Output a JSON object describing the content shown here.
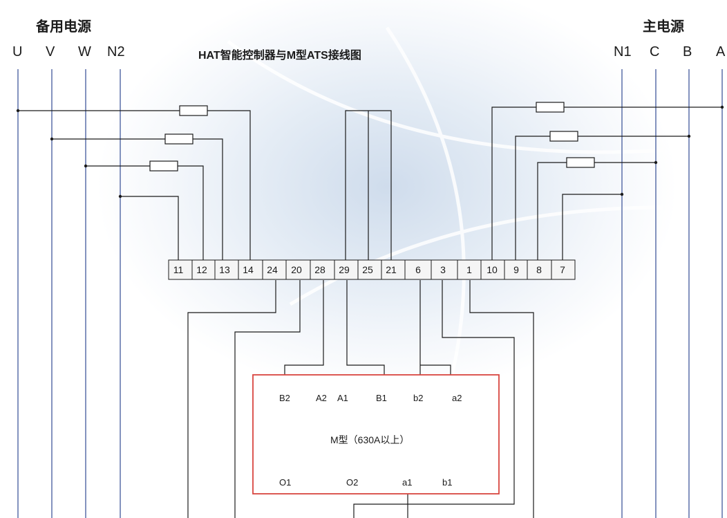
{
  "headers": {
    "backup_source": "备用电源",
    "main_source": "主电源",
    "title": "HAT智能控制器与M型ATS接线图"
  },
  "backup_phases": [
    "U",
    "V",
    "W",
    "N2"
  ],
  "main_phases": [
    "N1",
    "C",
    "B",
    "A"
  ],
  "terminals": [
    "11",
    "12",
    "13",
    "14",
    "24",
    "20",
    "28",
    "29",
    "25",
    "21",
    "6",
    "3",
    "1",
    "10",
    "9",
    "8",
    "7"
  ],
  "ats": {
    "model_label": "M型（630A以上）",
    "top_terminals": [
      "B2",
      "A2",
      "A1",
      "B1",
      "b2",
      "a2"
    ],
    "bottom_terminals": [
      "O1",
      "O2",
      "a1",
      "b1"
    ]
  },
  "colors": {
    "wire": "#1a1a1a",
    "phase_line": "#5a6fa8",
    "ats_border": "#d9453f",
    "terminal_bg": "#f5f5f5"
  }
}
